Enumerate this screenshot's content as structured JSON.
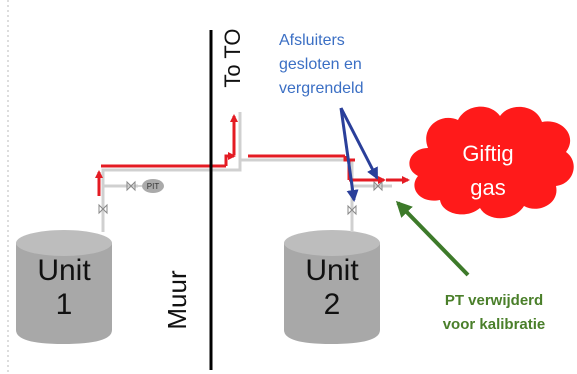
{
  "labels": {
    "unit1_line1": "Unit",
    "unit1_line2": "1",
    "unit2_line1": "Unit",
    "unit2_line2": "2",
    "wall": "Muur",
    "to_to": "To TO",
    "valves_line1": "Afsluiters",
    "valves_line2": "gesloten en",
    "valves_line3": "vergrendeld",
    "gas_line1": "Giftig",
    "gas_line2": "gas",
    "pt_line1": "PT verwijderd",
    "pt_line2": "voor kalibratie",
    "pit": "PIT"
  },
  "colors": {
    "tank": "#a8a8a8",
    "pipe": "#d0d0d0",
    "flow_arrow": "#e41b23",
    "valve_callout": "#2a3f9a",
    "pt_callout": "#3d7a2a",
    "gas_cloud": "#ff1a1a",
    "wall": "#000000"
  },
  "icons": {
    "valve": "bowtie-valve-icon",
    "instrument": "pit-instrument-icon",
    "cloud": "gas-cloud-icon"
  }
}
